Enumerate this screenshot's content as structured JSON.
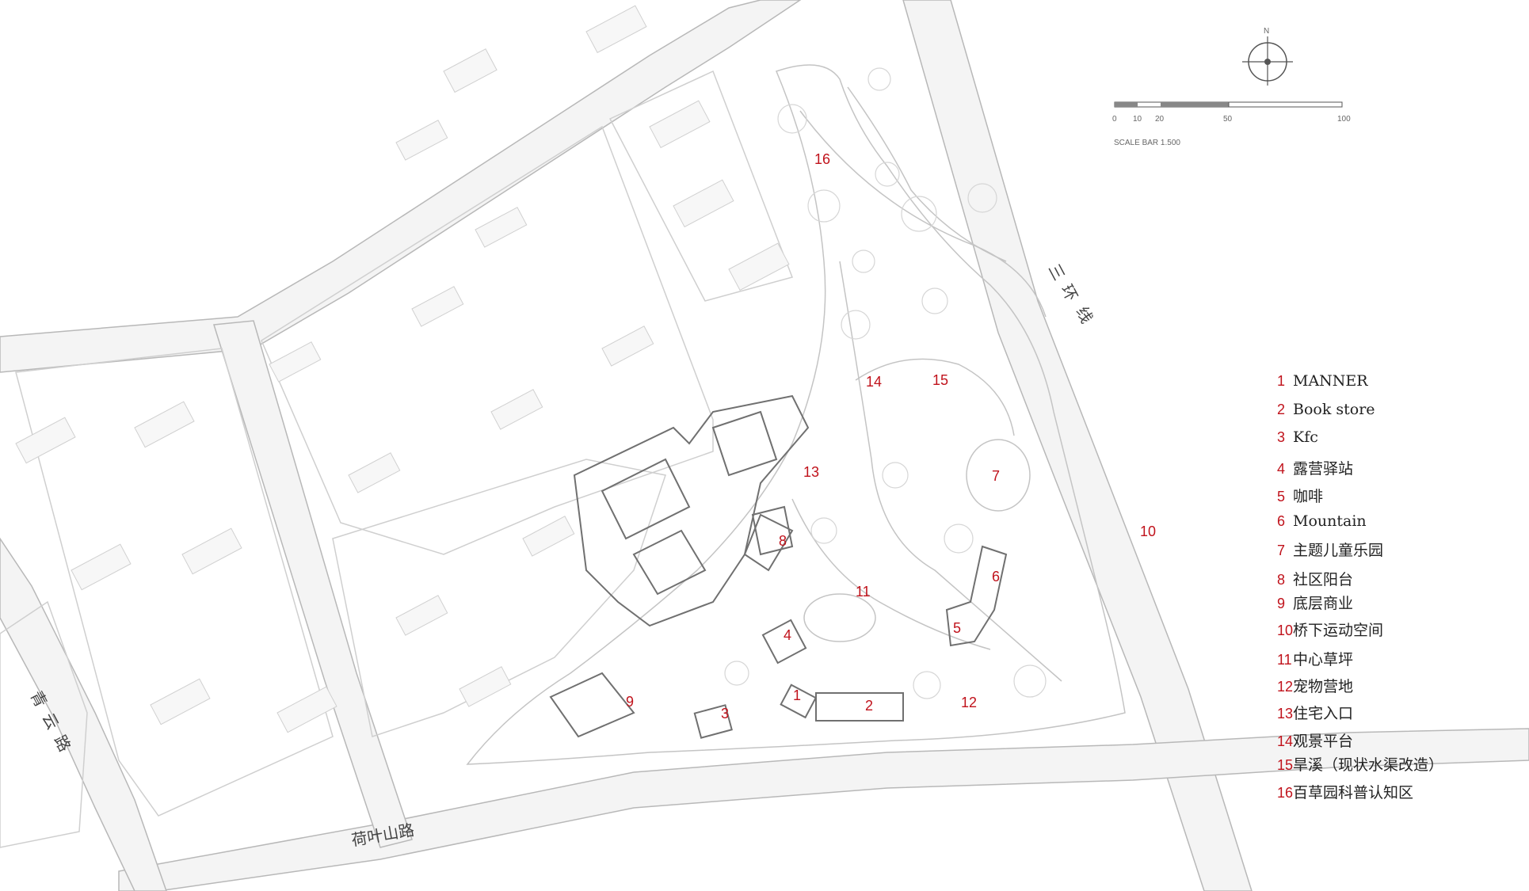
{
  "map": {
    "roads": {
      "ring_line": [
        "三",
        "环",
        "线"
      ],
      "qingyun_road": [
        "青",
        "云",
        "路"
      ],
      "heyeshan_road": "荷叶山路"
    },
    "compass": {
      "north_label": "N"
    },
    "scale_bar": {
      "ticks": [
        "0",
        "10",
        "20",
        "50",
        "100"
      ],
      "caption": "SCALE BAR 1.500"
    },
    "markers": [
      "1",
      "2",
      "3",
      "4",
      "5",
      "6",
      "7",
      "8",
      "9",
      "10",
      "11",
      "12",
      "13",
      "14",
      "15",
      "16"
    ],
    "marker_color": "#c0121b",
    "legend": [
      {
        "num": "1",
        "label": "MANNER"
      },
      {
        "num": "2",
        "label": "Book store"
      },
      {
        "num": "3",
        "label": "Kfc"
      },
      {
        "num": "4",
        "label": "露营驿站"
      },
      {
        "num": "5",
        "label": "咖啡"
      },
      {
        "num": "6",
        "label": "Mountain"
      },
      {
        "num": "7",
        "label": "主题儿童乐园"
      },
      {
        "num": "8",
        "label": "社区阳台"
      },
      {
        "num": "9",
        "label": "底层商业"
      },
      {
        "num": "10",
        "label": "桥下运动空间"
      },
      {
        "num": "11",
        "label": "中心草坪"
      },
      {
        "num": "12",
        "label": "宠物营地"
      },
      {
        "num": "13",
        "label": "住宅入口"
      },
      {
        "num": "14",
        "label": "观景平台"
      },
      {
        "num": "15",
        "label": "旱溪（现状水渠改造）"
      },
      {
        "num": "16",
        "label": "百草园科普认知区"
      }
    ]
  }
}
